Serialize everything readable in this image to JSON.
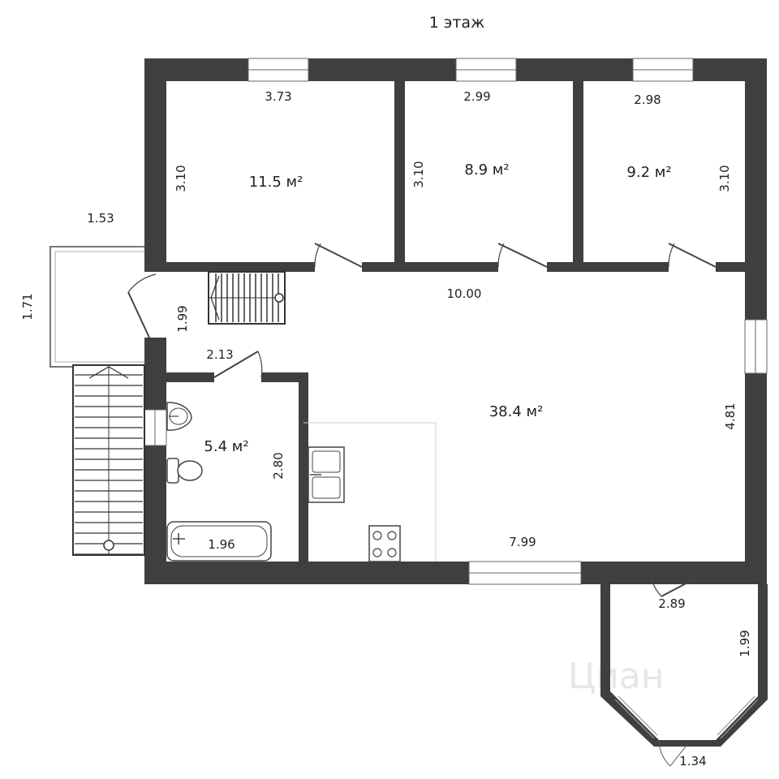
{
  "floor_title": "1 этаж",
  "rooms": [
    {
      "name": "room-1",
      "area": "11.5 м²"
    },
    {
      "name": "room-2",
      "area": "8.9 м²"
    },
    {
      "name": "room-3",
      "area": "9.2 м²"
    },
    {
      "name": "living-room",
      "area": "38.4 м²"
    },
    {
      "name": "bathroom",
      "area": "5.4 м²"
    }
  ],
  "dimensions": {
    "room1_width": "3.73",
    "room1_height": "3.10",
    "room2_width": "2.99",
    "room2_height": "3.10",
    "room3_width": "2.98",
    "room3_height": "3.10",
    "porch_width": "1.53",
    "porch_height": "1.71",
    "hall_height": "1.99",
    "hall_length": "10.00",
    "bath_top": "2.13",
    "bath_side": "2.80",
    "bathtub_length": "1.96",
    "living_height": "4.81",
    "living_bottom": "7.99",
    "bay_top": "2.89",
    "bay_side": "1.99",
    "bay_bottom": "1.34"
  },
  "watermark": "Циан",
  "colors": {
    "wall": "#3f3f3f",
    "line": "#444444",
    "background": "#ffffff"
  }
}
